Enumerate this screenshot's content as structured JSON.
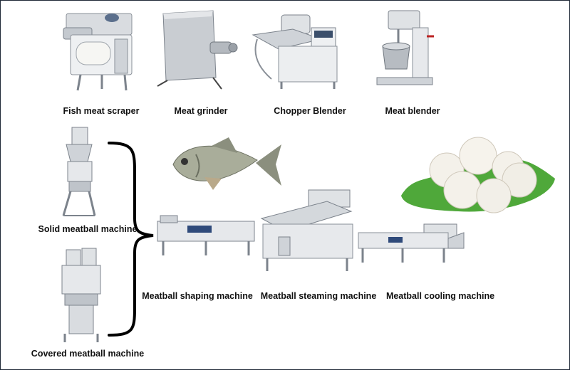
{
  "machines": {
    "fish_meat_scraper": "Fish meat scraper",
    "meat_grinder": "Meat grinder",
    "chopper_blender": "Chopper Blender",
    "meat_blender": "Meat blender",
    "solid_meatball_machine": "Solid meatball machine",
    "covered_meatball_machine": "Covered meatball machine",
    "meatball_shaping_machine": "Meatball shaping machine",
    "meatball_steaming_machine": "Meatball steaming machine",
    "meatball_cooling_machine": "Meatball cooling machine"
  },
  "colors": {
    "steel_light": "#e6e8eb",
    "steel_mid": "#b9bec5",
    "steel_dark": "#7c838c",
    "fish_body": "#a9ad9a",
    "lettuce": "#4fa83a",
    "meatball": "#f4f1ea",
    "brace": "#000000"
  }
}
